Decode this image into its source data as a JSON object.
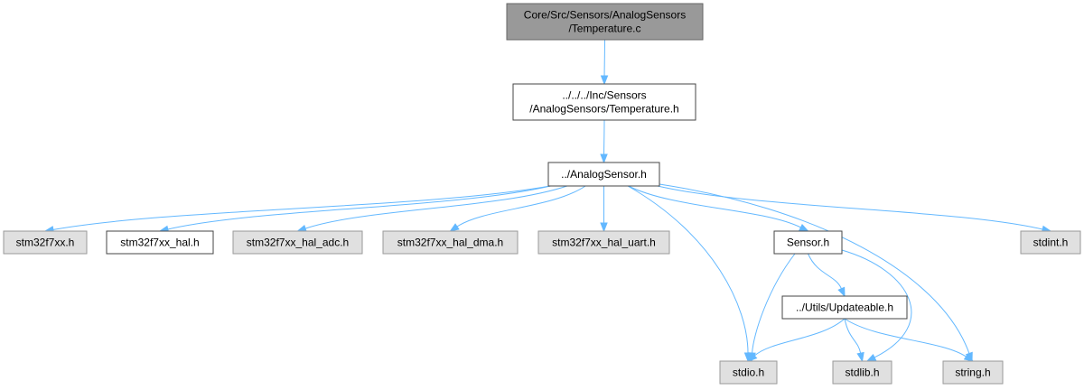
{
  "graph": {
    "colors": {
      "root_fill": "#999999",
      "documented_fill": "#ffffff",
      "external_fill": "#e0e0e0",
      "edge": "#63b8ff"
    },
    "nodes": [
      {
        "id": "temperature-c",
        "kind": "root",
        "lines": [
          "Core/Src/Sensors/AnalogSensors",
          "/Temperature.c"
        ]
      },
      {
        "id": "temperature-h",
        "kind": "doc",
        "lines": [
          "../../../Inc/Sensors",
          "/AnalogSensors/Temperature.h"
        ]
      },
      {
        "id": "analogsensor-h",
        "kind": "doc",
        "lines": [
          "../AnalogSensor.h"
        ]
      },
      {
        "id": "stm32f7xx-h",
        "kind": "ext",
        "lines": [
          "stm32f7xx.h"
        ]
      },
      {
        "id": "stm32f7xx-hal-h",
        "kind": "doc",
        "lines": [
          "stm32f7xx_hal.h"
        ]
      },
      {
        "id": "stm32f7xx-hal-adc-h",
        "kind": "ext",
        "lines": [
          "stm32f7xx_hal_adc.h"
        ]
      },
      {
        "id": "stm32f7xx-hal-dma-h",
        "kind": "ext",
        "lines": [
          "stm32f7xx_hal_dma.h"
        ]
      },
      {
        "id": "stm32f7xx-hal-uart-h",
        "kind": "ext",
        "lines": [
          "stm32f7xx_hal_uart.h"
        ]
      },
      {
        "id": "sensor-h",
        "kind": "doc",
        "lines": [
          "Sensor.h"
        ]
      },
      {
        "id": "stdint-h",
        "kind": "ext",
        "lines": [
          "stdint.h"
        ]
      },
      {
        "id": "updateable-h",
        "kind": "doc",
        "lines": [
          "../Utils/Updateable.h"
        ]
      },
      {
        "id": "stdio-h",
        "kind": "ext",
        "lines": [
          "stdio.h"
        ]
      },
      {
        "id": "stdlib-h",
        "kind": "ext",
        "lines": [
          "stdlib.h"
        ]
      },
      {
        "id": "string-h",
        "kind": "ext",
        "lines": [
          "string.h"
        ]
      }
    ],
    "edges": [
      {
        "from": "temperature-c",
        "to": "temperature-h"
      },
      {
        "from": "temperature-h",
        "to": "analogsensor-h"
      },
      {
        "from": "analogsensor-h",
        "to": "stm32f7xx-h"
      },
      {
        "from": "analogsensor-h",
        "to": "stm32f7xx-hal-h"
      },
      {
        "from": "analogsensor-h",
        "to": "stm32f7xx-hal-adc-h"
      },
      {
        "from": "analogsensor-h",
        "to": "stm32f7xx-hal-dma-h"
      },
      {
        "from": "analogsensor-h",
        "to": "stm32f7xx-hal-uart-h"
      },
      {
        "from": "analogsensor-h",
        "to": "stdio-h"
      },
      {
        "from": "analogsensor-h",
        "to": "sensor-h"
      },
      {
        "from": "analogsensor-h",
        "to": "string-h"
      },
      {
        "from": "analogsensor-h",
        "to": "stdint-h"
      },
      {
        "from": "sensor-h",
        "to": "stdio-h"
      },
      {
        "from": "sensor-h",
        "to": "updateable-h"
      },
      {
        "from": "sensor-h",
        "to": "stdlib-h"
      },
      {
        "from": "updateable-h",
        "to": "stdio-h"
      },
      {
        "from": "updateable-h",
        "to": "stdlib-h"
      },
      {
        "from": "updateable-h",
        "to": "string-h"
      }
    ]
  }
}
